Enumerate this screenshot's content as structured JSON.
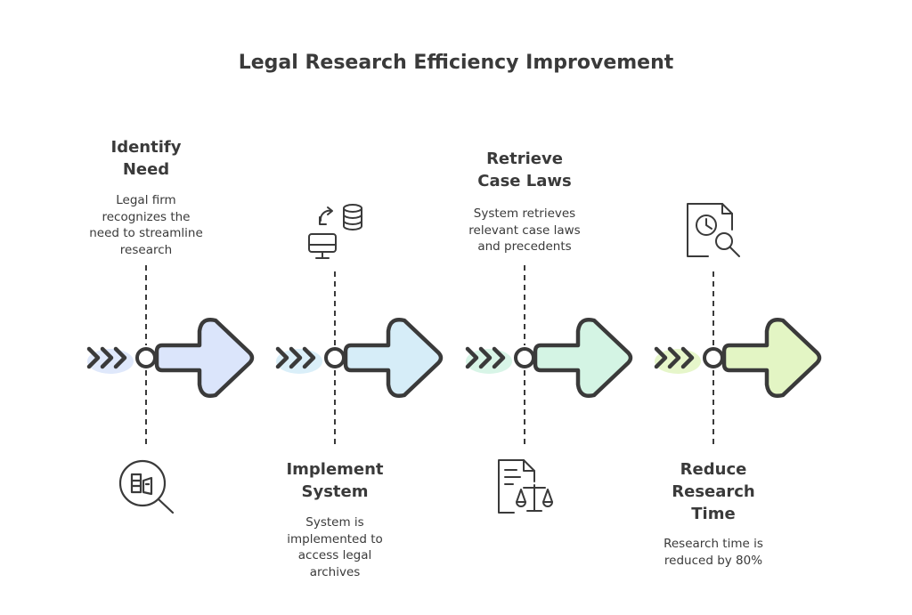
{
  "title": "Legal Research Efficiency Improvement",
  "steps": [
    {
      "title_lines": [
        "Identify",
        "Need"
      ],
      "desc_lines": [
        "Legal firm",
        "recognizes the",
        "need to streamline",
        "research"
      ],
      "icon": "search-document-icon",
      "color": "#dbe5fb"
    },
    {
      "title_lines": [
        "Implement",
        "System"
      ],
      "desc_lines": [
        "System is",
        "implemented to",
        "access legal",
        "archives"
      ],
      "icon": "database-sync-icon",
      "color": "#d6edf8"
    },
    {
      "title_lines": [
        "Retrieve",
        "Case Laws"
      ],
      "desc_lines": [
        "System retrieves",
        "relevant case laws",
        "and precedents"
      ],
      "icon": "legal-document-scales-icon",
      "color": "#d4f4e4"
    },
    {
      "title_lines": [
        "Reduce",
        "Research",
        "Time"
      ],
      "desc_lines": [
        "Research time is",
        "reduced by 80%"
      ],
      "icon": "clock-search-icon",
      "color": "#e3f5c4"
    }
  ],
  "colors": {
    "stroke": "#3a3a3a"
  }
}
